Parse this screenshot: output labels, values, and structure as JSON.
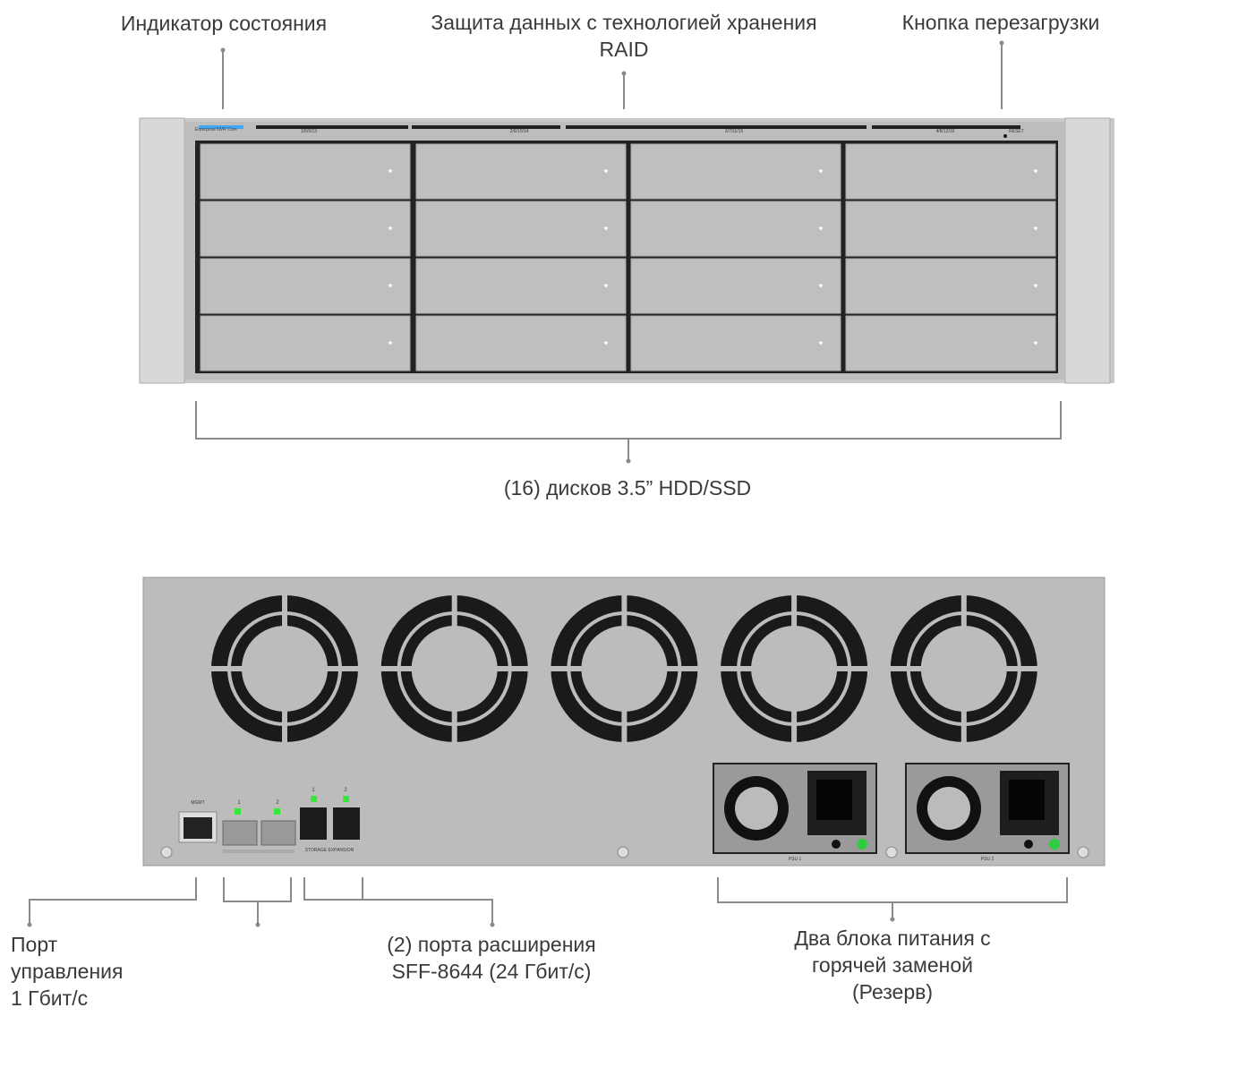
{
  "front": {
    "callouts": {
      "status_indicator": "Индикатор состояния",
      "raid_line1": "Защита данных с технологией хранения",
      "raid_line2": "RAID",
      "reset_button": "Кнопка перезагрузки",
      "drives": "(16) дисков 3.5” HDD/SSD"
    },
    "panel": {
      "brand": "Enterprise NVR Core",
      "slot_labels": [
        "1/5/9/13",
        "2/6/10/14",
        "3/7/11/15",
        "4/8/12/16"
      ],
      "reset_label": "RESET"
    },
    "colors": {
      "status_led": "#3fa9f5"
    }
  },
  "rear": {
    "callouts": {
      "mgmt_line1": "Порт",
      "mgmt_line2": "управления",
      "mgmt_line3": "1 Гбит/с",
      "expansion_line1": "(2) порта расширения",
      "expansion_line2": "SFF-8644 (24 Гбит/с)",
      "psu_line1": "Два блока питания с",
      "psu_line2": "горячей заменой",
      "psu_line3": "(Резерв)"
    },
    "panel": {
      "mgmt_label": "MGMT",
      "sfp_labels": [
        "1",
        "2"
      ],
      "storage_labels": [
        "1",
        "2"
      ],
      "storage_expansion_label": "STORAGE EXPANSION",
      "psu_labels": [
        "PSU 1",
        "PSU 2"
      ]
    },
    "fan_count": 5,
    "colors": {
      "port_led": "#39e639",
      "psu_led": "#2ecc40"
    }
  }
}
